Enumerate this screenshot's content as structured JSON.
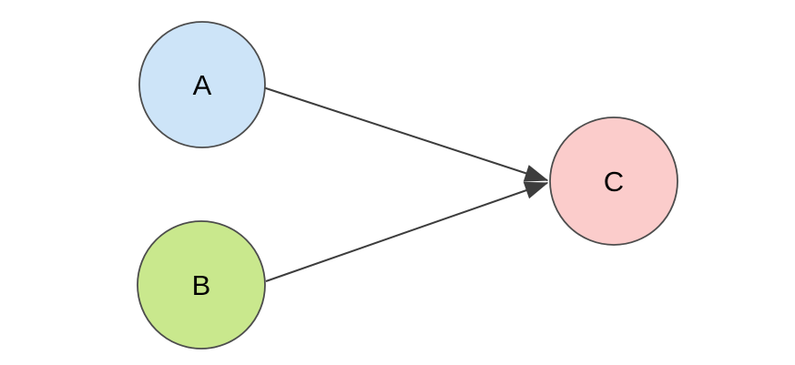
{
  "diagram": {
    "background": "#ffffff",
    "node_stroke": "#4d4d4d",
    "edge_color": "#3d3d3d",
    "label_color": "#000000",
    "nodes": {
      "a": {
        "label": "A",
        "fill": "#cde4f8"
      },
      "b": {
        "label": "B",
        "fill": "#c9e88d"
      },
      "c": {
        "label": "C",
        "fill": "#fbcccb"
      }
    },
    "edges": [
      {
        "from": "A",
        "to": "C",
        "arrow": "filled-triangle"
      },
      {
        "from": "B",
        "to": "C",
        "arrow": "filled-triangle"
      }
    ]
  }
}
